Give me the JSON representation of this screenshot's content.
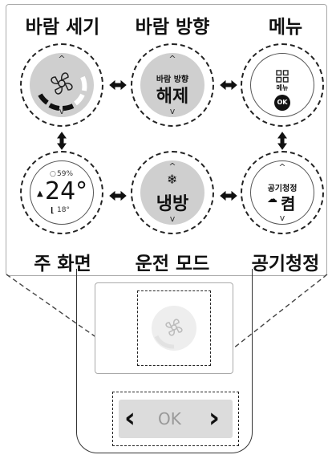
{
  "labels": {
    "wind_strength": "바람 세기",
    "wind_direction": "바람 방향",
    "menu": "메뉴",
    "main_screen": "주 화면",
    "operation_mode": "운전 모드",
    "air_purify": "공기청정"
  },
  "wind_direction_screen": {
    "small": "바람 방향",
    "big": "해제"
  },
  "menu_screen": {
    "small": "메뉴",
    "ok": "OK"
  },
  "main_screen": {
    "humidity": "59%",
    "temperature": "24°",
    "outdoor": "18°"
  },
  "mode_screen": {
    "big": "냉방"
  },
  "air_screen": {
    "small": "공기청정",
    "big": "켬"
  },
  "remote": {
    "ok_label": "OK"
  }
}
